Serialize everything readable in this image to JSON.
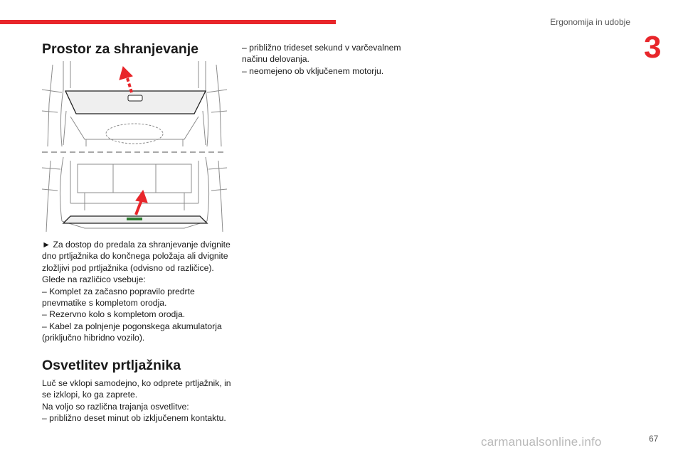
{
  "header": {
    "chapter_title": "Ergonomija in udobje",
    "chapter_number": "3",
    "accent_color": "#e8262b"
  },
  "section1": {
    "title": "Prostor za shranjevanje",
    "illustration": "boot-floor-storage-illustration",
    "paragraphs": [
      "► Za dostop do predala za shranjevanje dvignite dno prtljažnika do končnega položaja ali dvignite zložljivi pod prtljažnika (odvisno od različice).",
      "Glede na različico vsebuje:",
      "– Komplet za začasno popravilo predrte pnevmatike s kompletom orodja.",
      "– Rezervno kolo s kompletom orodja.",
      "– Kabel za polnjenje pogonskega akumulatorja (priključno hibridno vozilo)."
    ]
  },
  "section2": {
    "title": "Osvetlitev prtljažnika",
    "paragraphs": [
      "Luč se vklopi samodejno, ko odprete prtljažnik, in se izklopi, ko ga zaprete.",
      "Na voljo so različna trajanja osvetlitve:",
      "– približno deset minut ob izključenem kontaktu."
    ],
    "continued": [
      "– približno trideset sekund v varčevalnem načinu delovanja.",
      "– neomejeno ob vključenem motorju."
    ]
  },
  "footer": {
    "page_number": "67",
    "watermark": "carmanualsonline.info"
  }
}
